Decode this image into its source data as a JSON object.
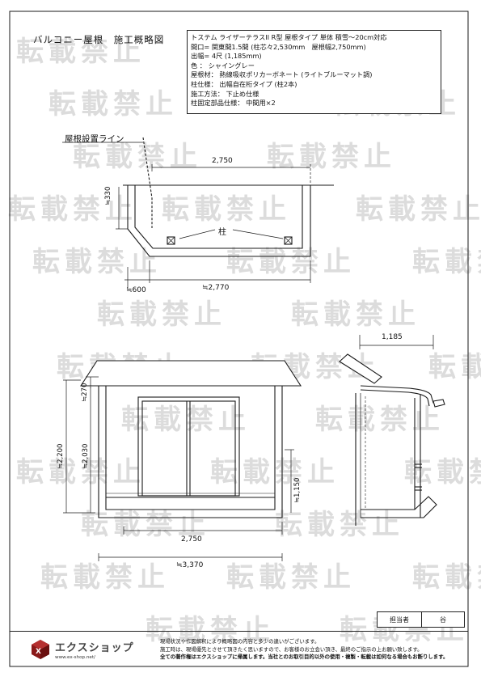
{
  "sheet_title": "バルコニー屋根　施工概略図",
  "spec": {
    "line1": "トステム ライザーテラスII R型 屋根タイプ 単体 積雪〜20cm対応",
    "line2": "間口= 関東間1.5間 (柱芯々2,530mm　屋根幅2,750mm)",
    "line3": "出幅= 4尺 (1,185mm)",
    "line4": "色 ： シャイングレー",
    "line5": "屋根材： 熱線吸収ポリカーボネート (ライトブルーマット調)",
    "line6": "柱仕様： 出幅自在桁タイプ (柱2本)",
    "line7": "施工方法： 下止め仕様",
    "line8": "柱固定部品仕様： 中間用×2"
  },
  "plan_view": {
    "roof_line_label": "屋根設置ライン",
    "post_label": "柱",
    "dim_roof_width": "2,750",
    "dim_330": "≒330",
    "dim_600": "≒600",
    "dim_2770": "≒2,770"
  },
  "front_view": {
    "dim_270": "≒270",
    "dim_2200": "≒2,200",
    "dim_2030": "≒2,030",
    "dim_1150": "≒1,150",
    "dim_2750": "2,750",
    "dim_3370": "≒3,370"
  },
  "side_view": {
    "dim_1185": "1,185"
  },
  "watermark": "転載禁止",
  "stamp": {
    "label": "担当者",
    "value": "谷"
  },
  "brand": {
    "name": "エクスショップ",
    "url": "www.ex-shop.net/"
  },
  "notes": [
    "現場状況や作図解釈により概略図の内容と多少の違いがございます。",
    "施工時は、現場優先とさせて頂きたく思いますので、お客様のお立会い頂き、最終のご指示の上お願い致します。",
    "全ての著作権はエクスショップに帰属します。当社とのお取引目的以外の使用・複製・転載は如何なる場合もお断りします。"
  ],
  "colors": {
    "line": "#1a1a1a",
    "watermark": "#dcdcdc"
  }
}
